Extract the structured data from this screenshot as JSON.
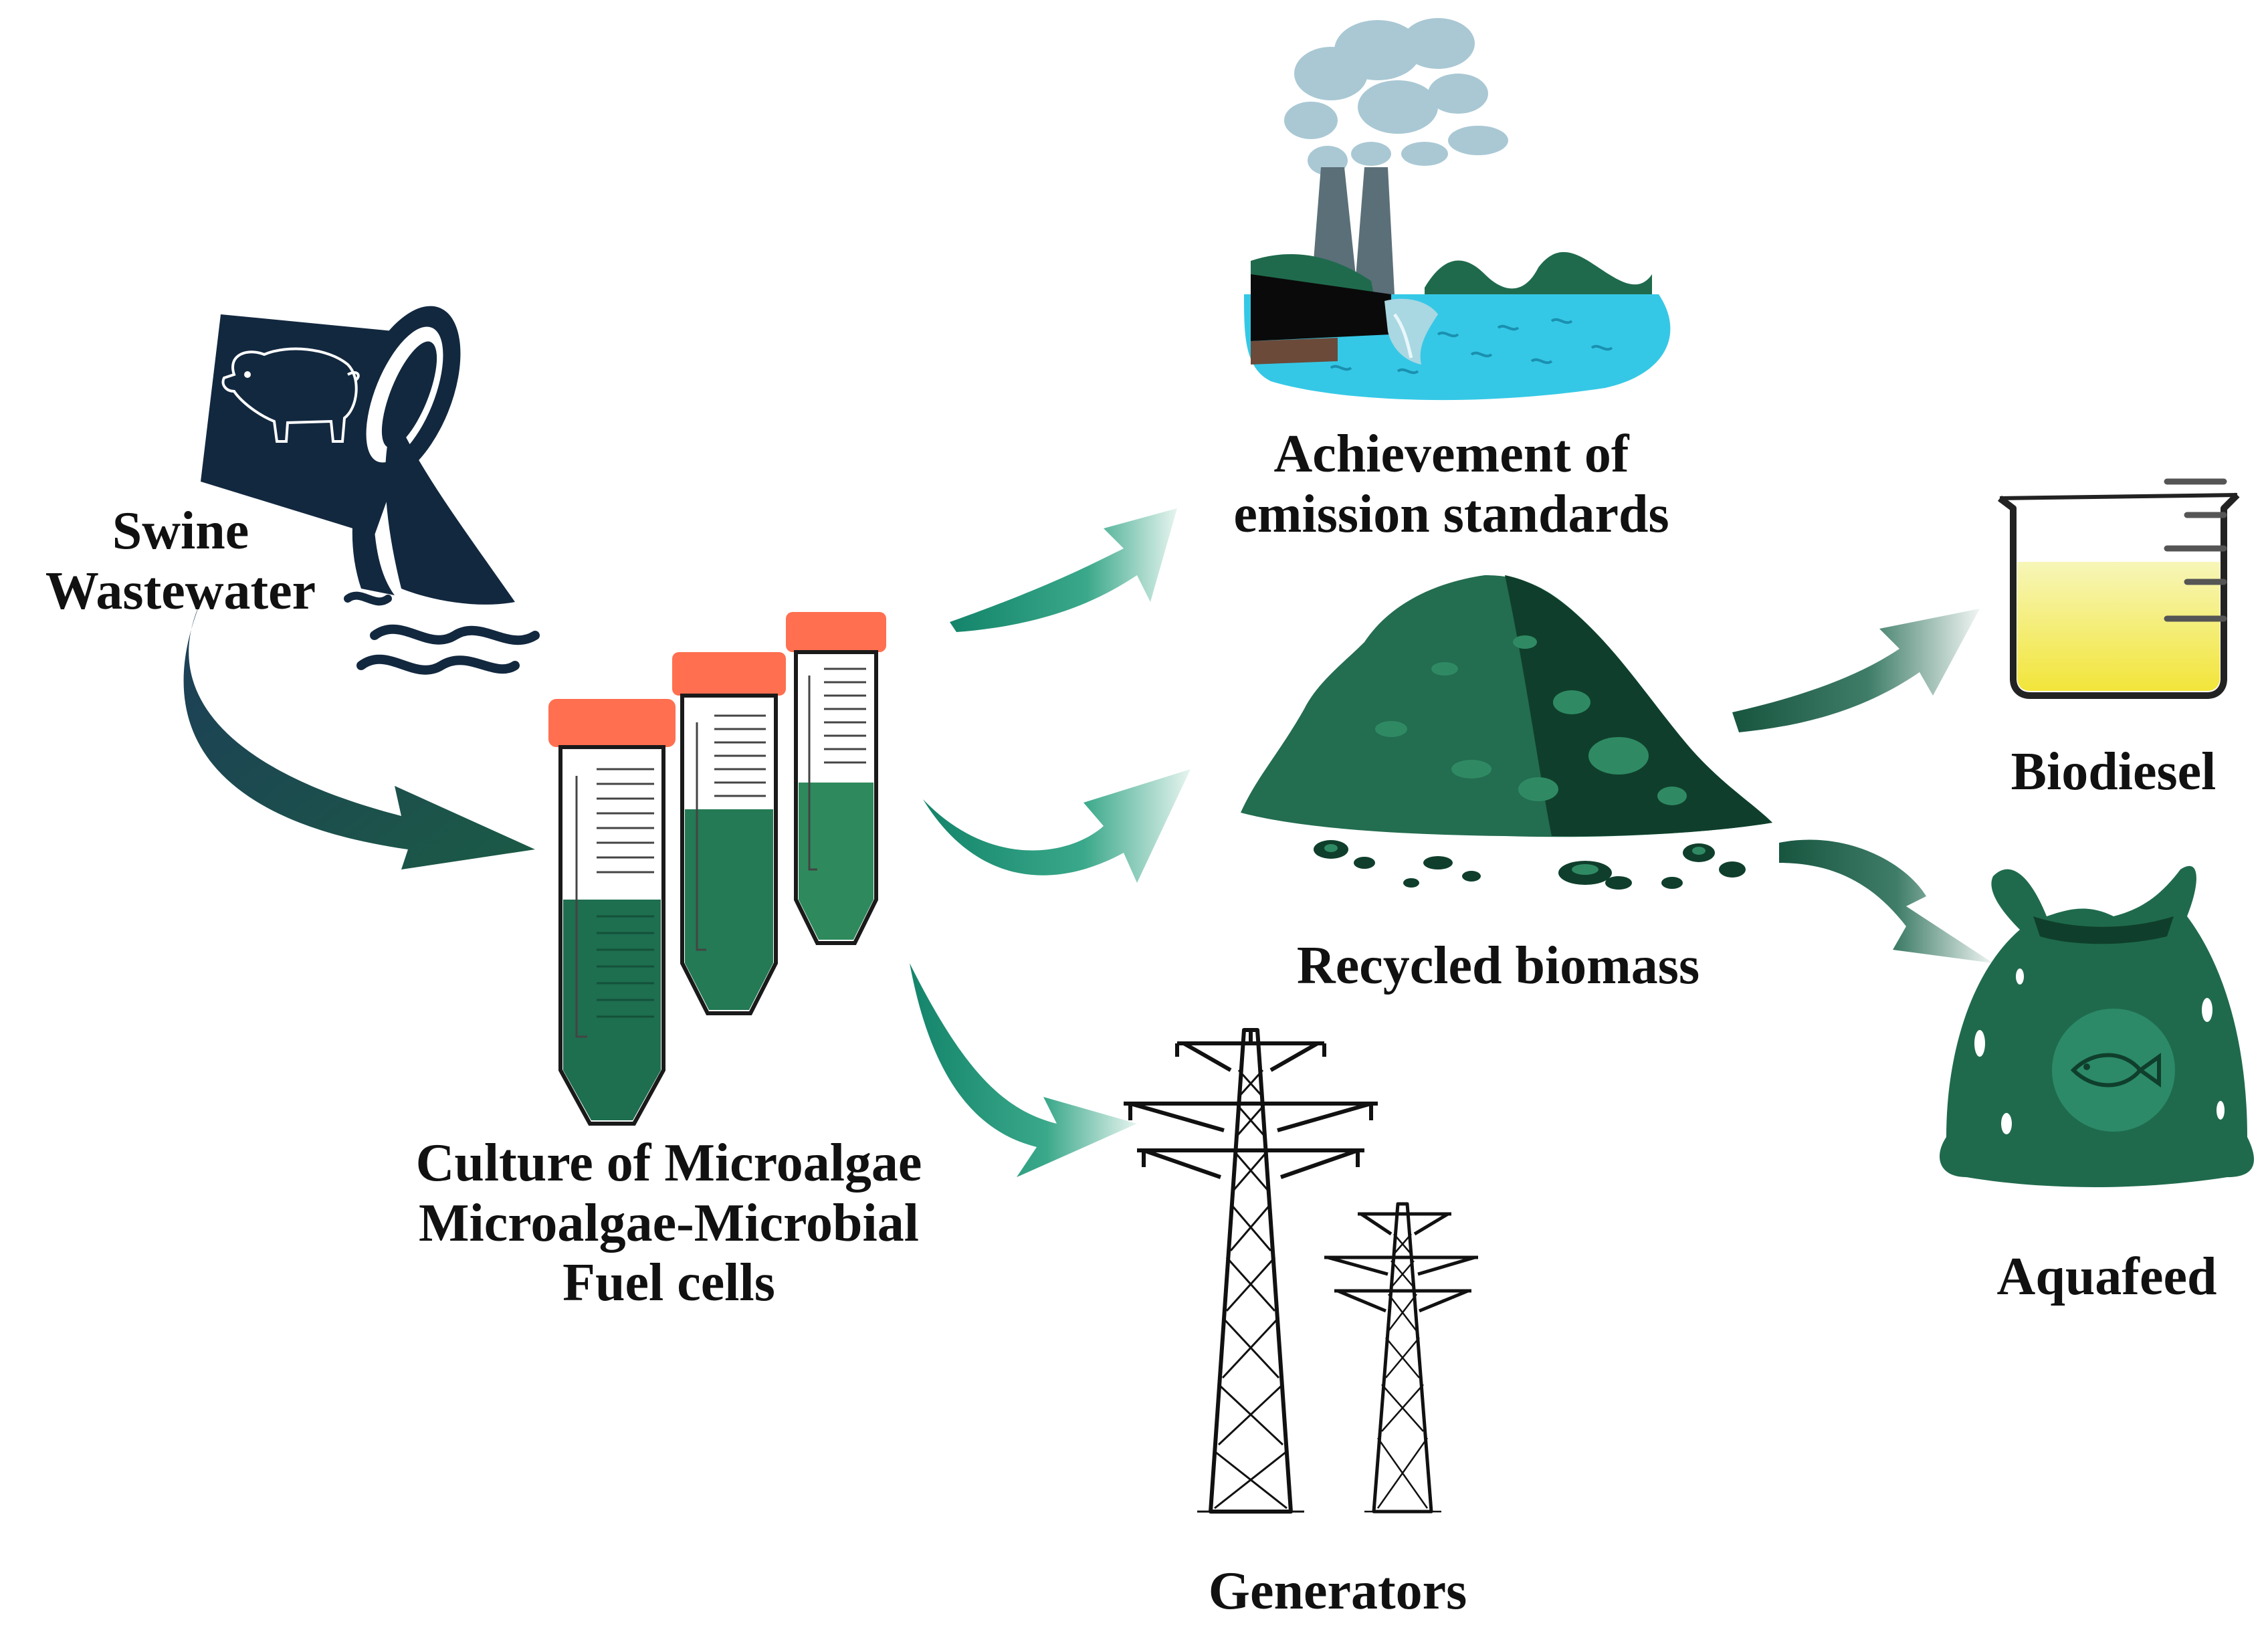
{
  "labels": {
    "swine_line1": "Swine",
    "swine_line2": "Wastewater",
    "emission_line1": "Achievement of",
    "emission_line2": "emission standards",
    "biomass": "Recycled biomass",
    "culture_line1": "Culture of Microalgae",
    "culture_line2": "Microalgae-Microbial",
    "culture_line3": "Fuel cells",
    "generators": "Generators",
    "biodiesel": "Biodiesel",
    "aquafeed": "Aquafeed"
  },
  "colors": {
    "dark_navy": "#12283f",
    "dark_green": "#1a5a44",
    "culture_green": "#1e6e50",
    "light_culture_green": "#2e8a5c",
    "cap_orange": "#ff6f50",
    "water_cyan": "#35c8e6",
    "smoke_blue": "#a9c8d4",
    "biodiesel_yellow": "#f2e53a",
    "arrow_teal": "#13846a"
  }
}
